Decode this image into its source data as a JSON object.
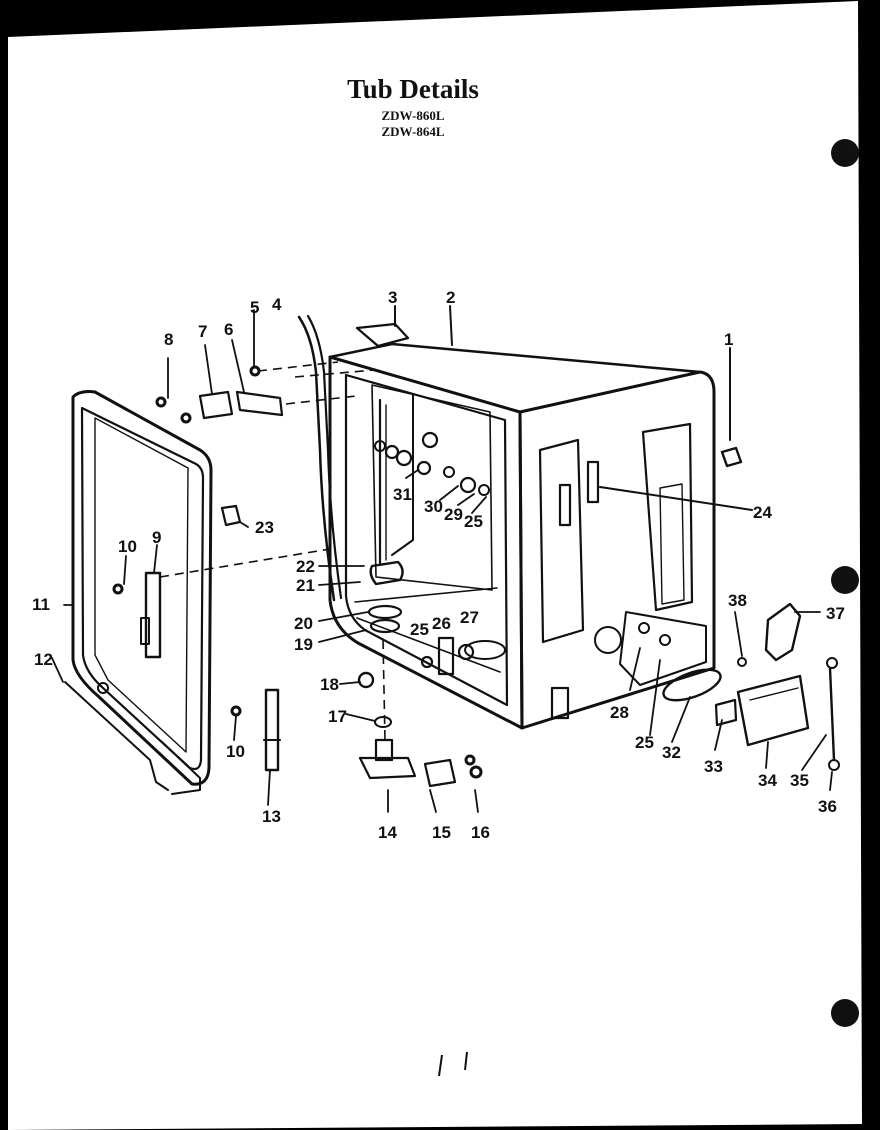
{
  "title": "Tub Details",
  "models": [
    "ZDW-860L",
    "ZDW-864L"
  ],
  "part_numbers": [
    "1",
    "2",
    "3",
    "4",
    "5",
    "6",
    "7",
    "8",
    "9",
    "10",
    "10",
    "11",
    "12",
    "13",
    "14",
    "15",
    "16",
    "17",
    "18",
    "19",
    "20",
    "21",
    "22",
    "23",
    "24",
    "25",
    "25",
    "25",
    "26",
    "27",
    "28",
    "29",
    "30",
    "31",
    "32",
    "33",
    "34",
    "35",
    "36",
    "37",
    "38"
  ],
  "colors": {
    "paper": "#ffffff",
    "ink": "#111111",
    "background": "#000000"
  }
}
